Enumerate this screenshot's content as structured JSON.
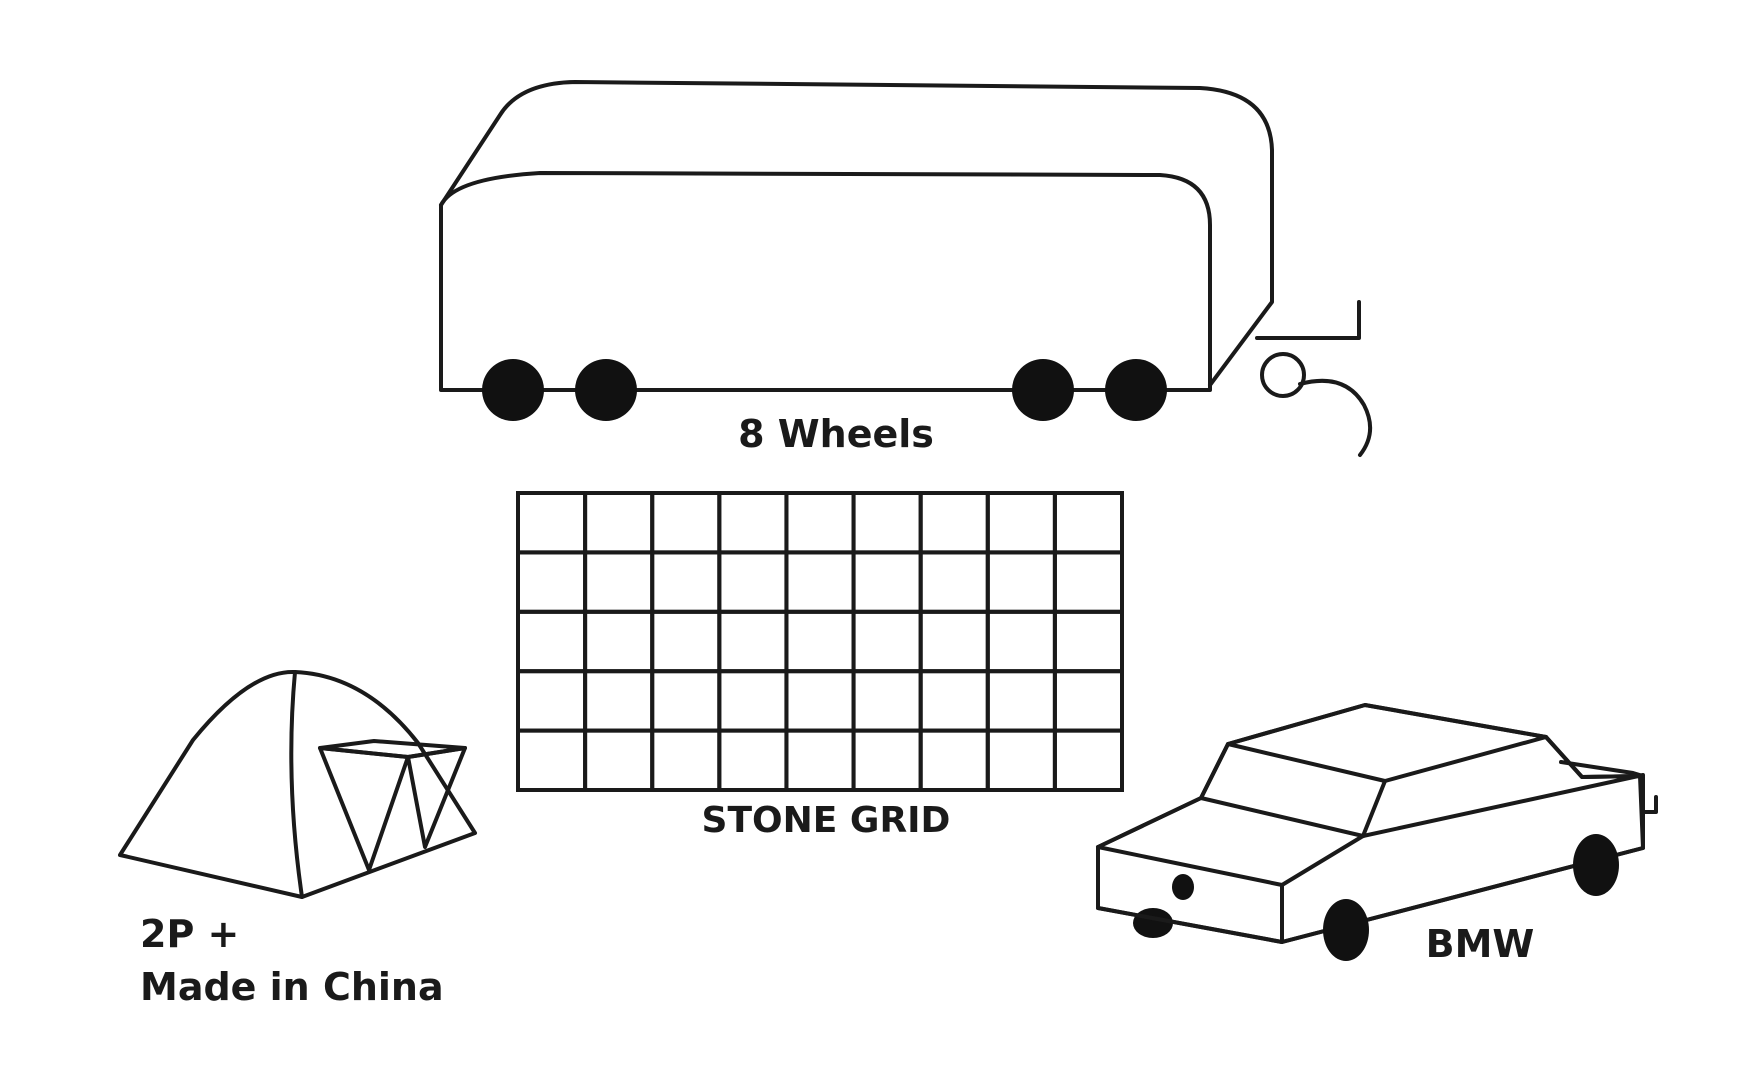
{
  "labels": {
    "trailer": "8 Wheels",
    "grid": "STONE GRID",
    "tent_line1": "2P +",
    "tent_line2": "Made in China",
    "car": "BMW"
  },
  "stone_grid": {
    "rows": 5,
    "cols": 9
  },
  "trailer": {
    "wheel_count": 4
  },
  "colors": {
    "ink": "#1a1a1a",
    "background": "#ffffff"
  }
}
